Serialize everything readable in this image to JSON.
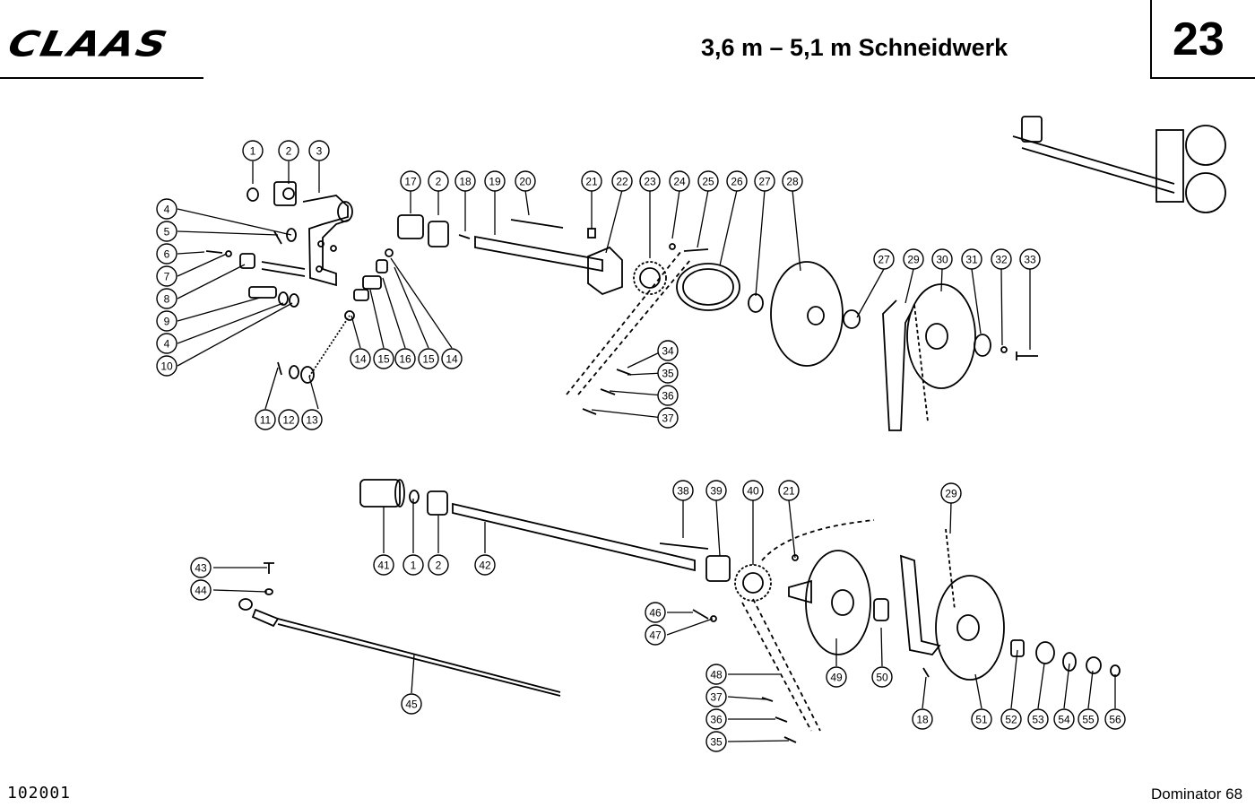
{
  "header": {
    "brand": "CLAAS",
    "title": "3,6 m – 5,1 m Schneidwerk",
    "page_number": "23"
  },
  "footer": {
    "doc_number": "102001",
    "model": "Dominator 68"
  },
  "callouts": [
    "1",
    "2",
    "3",
    "4",
    "5",
    "6",
    "7",
    "8",
    "9",
    "4",
    "10",
    "11",
    "12",
    "13",
    "14",
    "15",
    "16",
    "15",
    "14",
    "17",
    "2",
    "18",
    "19",
    "20",
    "21",
    "22",
    "23",
    "24",
    "25",
    "26",
    "27",
    "28",
    "27",
    "29",
    "30",
    "31",
    "32",
    "33",
    "34",
    "35",
    "36",
    "37",
    "41",
    "1",
    "2",
    "42",
    "38",
    "39",
    "40",
    "21",
    "43",
    "44",
    "45",
    "46",
    "47",
    "48",
    "37",
    "36",
    "35",
    "49",
    "50",
    "29",
    "18",
    "51",
    "52",
    "53",
    "54",
    "55",
    "56"
  ]
}
